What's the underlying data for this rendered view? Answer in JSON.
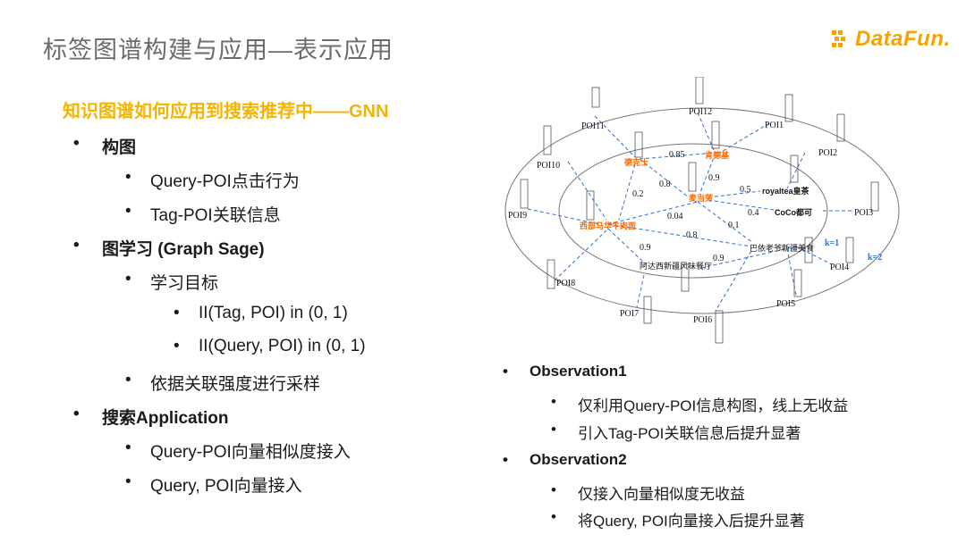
{
  "header": {
    "title": "标签图谱构建与应用—表示应用",
    "logo_text": "DataFun."
  },
  "left": {
    "subtitle": "知识图谱如何应用到搜索推荐中——GNN",
    "bullet": "•",
    "items": [
      {
        "text": "构图"
      },
      {
        "text": "Query-POI点击行为"
      },
      {
        "text": "Tag-POI关联信息"
      },
      {
        "text": "图学习 (Graph Sage)"
      },
      {
        "text": "学习目标"
      },
      {
        "text": "II(Tag, POI) in (0, 1)"
      },
      {
        "text": "II(Query, POI) in (0, 1)"
      },
      {
        "text": "依据关联强度进行采样"
      },
      {
        "text": "搜索Application"
      },
      {
        "text": "Query-POI向量相似度接入"
      },
      {
        "text": "Query, POI向量接入"
      }
    ]
  },
  "graph": {
    "pois": [
      "POI12",
      "POI11",
      "POI1",
      "POI10",
      "POI2",
      "POI9",
      "POI3",
      "POI4",
      "POI8",
      "POI5",
      "POI7",
      "POI6"
    ],
    "inner_nodes": [
      "德克士",
      "肯德基",
      "麦当劳",
      "royaltea皇茶",
      "CoCo都可",
      "西部马华牛肉面",
      "巴依老爷新疆美食",
      "阿达西新疆风味餐厅"
    ],
    "weights": [
      "0.85",
      "0.8",
      "0.9",
      "0.2",
      "0.5",
      "0.4",
      "0.04",
      "0.1",
      "0.8",
      "0.9",
      "0.9"
    ],
    "ring_labels": [
      "k=1",
      "k=2"
    ]
  },
  "observations": [
    {
      "title": "Observation1",
      "points": [
        "仅利用Query-POI信息构图，线上无收益",
        "引入Tag-POI关联信息后提升显著"
      ]
    },
    {
      "title": "Observation2",
      "points": [
        "仅接入向量相似度无收益",
        "将Query, POI向量接入后提升显著"
      ]
    }
  ],
  "colors": {
    "accent": "#f5b400",
    "title_gray": "#6b6b6b",
    "orange_node": "#ff6a00",
    "edge_blue": "#2b6fd6"
  }
}
